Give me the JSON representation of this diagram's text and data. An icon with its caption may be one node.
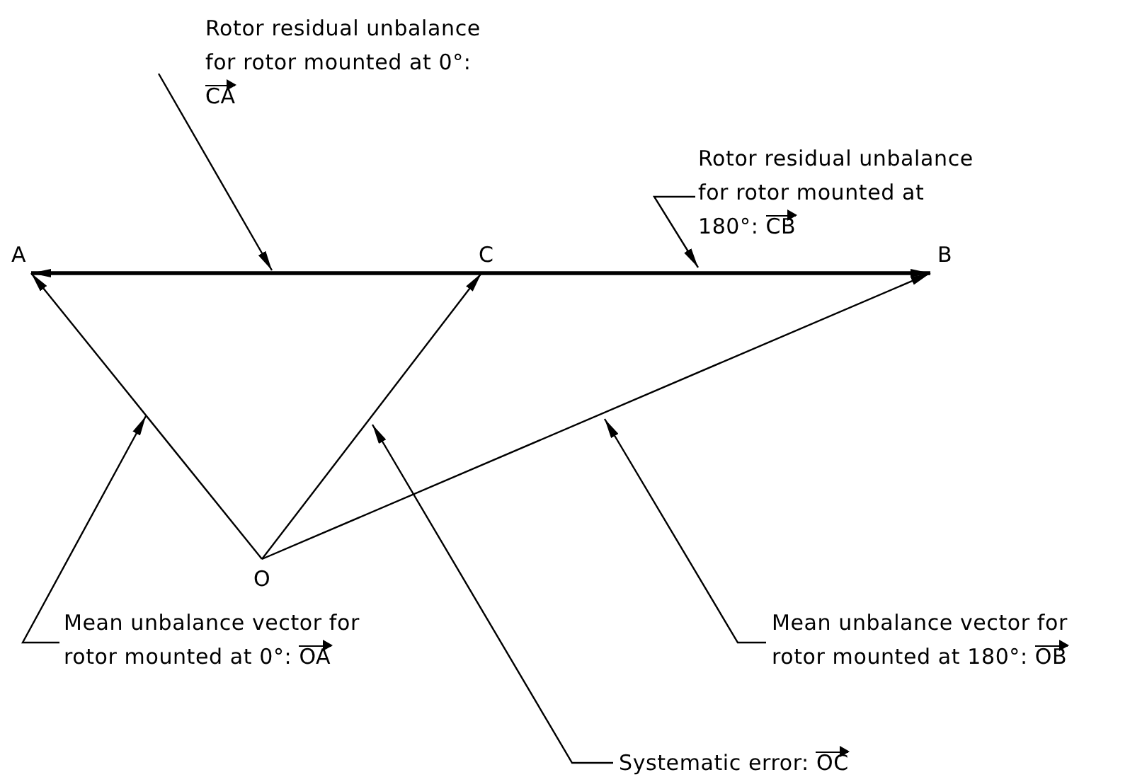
{
  "diagram": {
    "nodes": [
      {
        "text": [
          "Rotor residual unbalance for rotor mounted at 0°: CA"
        ]
      },
      {
        "text": [
          "Rotor residual unbalance for rotor mounted at 180°: CB"
        ]
      },
      {
        "text": [
          "A"
        ]
      },
      {
        "text": [
          "C"
        ]
      },
      {
        "text": [
          "B"
        ]
      },
      {
        "text": [
          "O"
        ]
      },
      {
        "text": [
          "Mean unbalance vector for rotor mounted at 0°: OA"
        ]
      },
      {
        "text": [
          "Mean unbalance vector for rotor mounted at 180°: OB"
        ]
      },
      {
        "text": [
          "Systematic error: OC"
        ]
      }
    ],
    "edges": [
      {
        "from": 3,
        "to": 2,
        "arrow": "to",
        "style": "thick"
      },
      {
        "from": 3,
        "to": 4,
        "arrow": "to",
        "style": "thick"
      },
      {
        "from": 5,
        "to": 2,
        "arrow": "to"
      },
      {
        "from": 5,
        "to": 3,
        "arrow": "to"
      },
      {
        "from": 5,
        "to": 4,
        "arrow": "to"
      },
      {
        "from": 0,
        "to": null,
        "arrow": "to"
      },
      {
        "from": 1,
        "to": null,
        "arrow": "to"
      },
      {
        "from": 6,
        "to": null,
        "arrow": "to"
      },
      {
        "from": 8,
        "to": null,
        "arrow": "to"
      },
      {
        "from": 7,
        "to": null,
        "arrow": "to"
      }
    ]
  }
}
